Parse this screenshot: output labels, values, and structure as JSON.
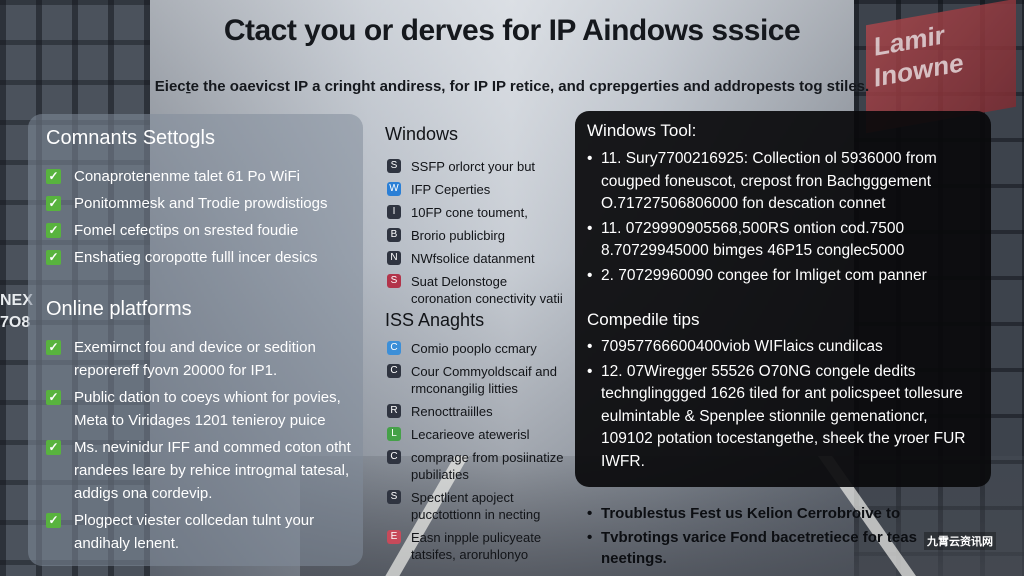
{
  "header": {
    "title": "Ctact you or derves for IP Aindows sssice",
    "subtitle": "Eiecṯe the oaevicst IP a cringht andiress, for IP IP retice, and cprepgerties and addropests tog stiles."
  },
  "left_panel": {
    "settings_title": "Comnants Settogls",
    "settings_items": [
      "Conaprotenenme talet 61 Po WiFi",
      "Ponitommesk and Trodie prowdistiogs",
      "Fomel cefectips on srested foudie",
      "Enshatieg coropotte fulll incer desics"
    ],
    "platforms_title": "Online platforms",
    "platforms_items": [
      "Exemirnct fou and device or sedition reporereff fyovn 20000 for IP1.",
      "Public dation to coeys whiont for povies, Meta to Viridages 1201 tenieroy puice",
      "Ms. nevinidur IFF and commed coton otht randees leare by rehice introgmal tatesal, addigs ona cordevip.",
      "Plogpect viester collcedan tulnt your andihaly lenent."
    ]
  },
  "middle": {
    "windows_title": "Windows",
    "windows_items": [
      {
        "icon": "S",
        "text": "SSFP orlorct your but"
      },
      {
        "icon": "W",
        "text": "IFP Ceperties"
      },
      {
        "icon": "I",
        "text": "10FP cone toument,"
      },
      {
        "icon": "B",
        "text": "Brorio publicbirg"
      },
      {
        "icon": "N",
        "text": "NWfsolice datanment"
      },
      {
        "icon": "S",
        "text": "Suat Delonstoge coronation conectivity vatii"
      }
    ],
    "iss_title": "ISS Anaghts",
    "iss_items": [
      {
        "icon": "C",
        "text": "Comio pooplo ccmary"
      },
      {
        "icon": "C",
        "text": "Cour Commyoldscaif and rmconangilig litties"
      },
      {
        "icon": "R",
        "text": "Renocttraiilles"
      },
      {
        "icon": "L",
        "text": "Lecarieove atewerisl"
      },
      {
        "icon": "C",
        "text": "comprage from posiinatize pubiliaties"
      },
      {
        "icon": "S",
        "text": "Spectlient apoject pucctottionn in necting"
      },
      {
        "icon": "E",
        "text": "Easn inpple pulicyeate tatsifes, aroruhlonyo"
      }
    ]
  },
  "right_panel": {
    "tool_title": "Windows Tool:",
    "tool_items": [
      "11. Sury7700216925: Collection ol 5936000 from cougped foneuscot, crepost fron Bachgggement O.71727506806000 fon descation connet",
      "11. 0729990905568,500RS ontion cod.7500 8.70729945000 bimges 46P15 conglec5000",
      "2. 70729960090 congee for Imliget com panner"
    ],
    "tips_title": "Compedile tips",
    "tips_items": [
      "70957766600400viob WIFlaics cundilcas",
      "12. 07Wiregger 55526 O70NG congele dedits technglinggged 1626 tiled for ant policspeet tollesure eulmintable & Spenplee stionnile gemenationcr, 109102 potation tocestangethe, sheek the yroer FUR IWFR."
    ]
  },
  "bottom": {
    "items": [
      "Troublestus Fest us Kelion Cerrobroive to",
      "Tvbrotings varice Fond bacetretiece for teas neetings."
    ],
    "watermark": "九霄云资讯网"
  },
  "background": {
    "sign_text": "Lamir Inowne",
    "left_sign": "NEX 7O8"
  },
  "colors": {
    "check_green": "#58b33e",
    "dark_panel": "#0a0a0c",
    "light_panel": "#828c9a"
  }
}
